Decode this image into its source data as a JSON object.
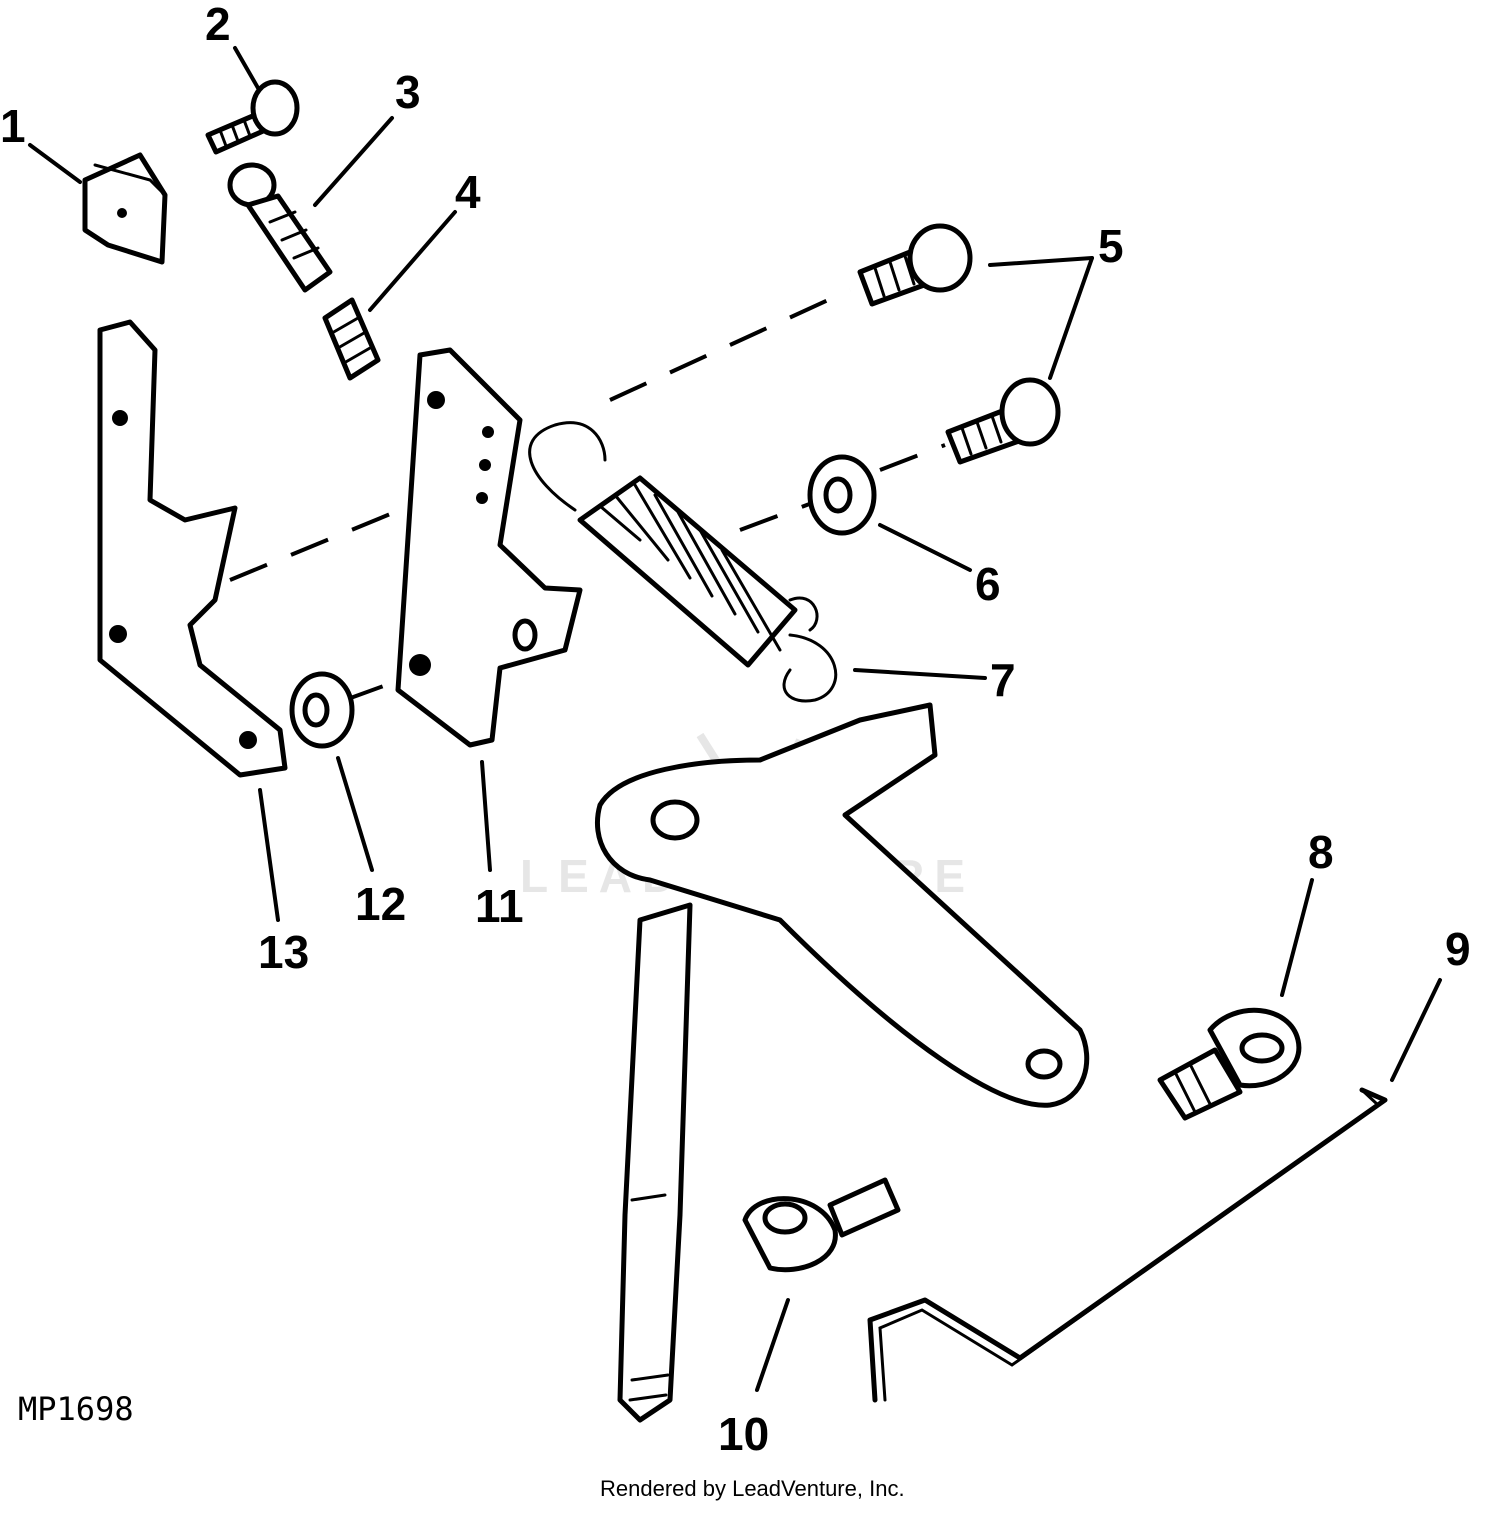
{
  "figure_id": "MP1698",
  "credit": "Rendered by LeadVenture, Inc.",
  "watermark": "LEADVENTURE",
  "callouts": [
    {
      "id": "1",
      "label": "1"
    },
    {
      "id": "2",
      "label": "2"
    },
    {
      "id": "3",
      "label": "3"
    },
    {
      "id": "4",
      "label": "4"
    },
    {
      "id": "5",
      "label": "5"
    },
    {
      "id": "6",
      "label": "6"
    },
    {
      "id": "7",
      "label": "7"
    },
    {
      "id": "8",
      "label": "8"
    },
    {
      "id": "9",
      "label": "9"
    },
    {
      "id": "10",
      "label": "10"
    },
    {
      "id": "11",
      "label": "11"
    },
    {
      "id": "12",
      "label": "12"
    },
    {
      "id": "13",
      "label": "13"
    }
  ]
}
